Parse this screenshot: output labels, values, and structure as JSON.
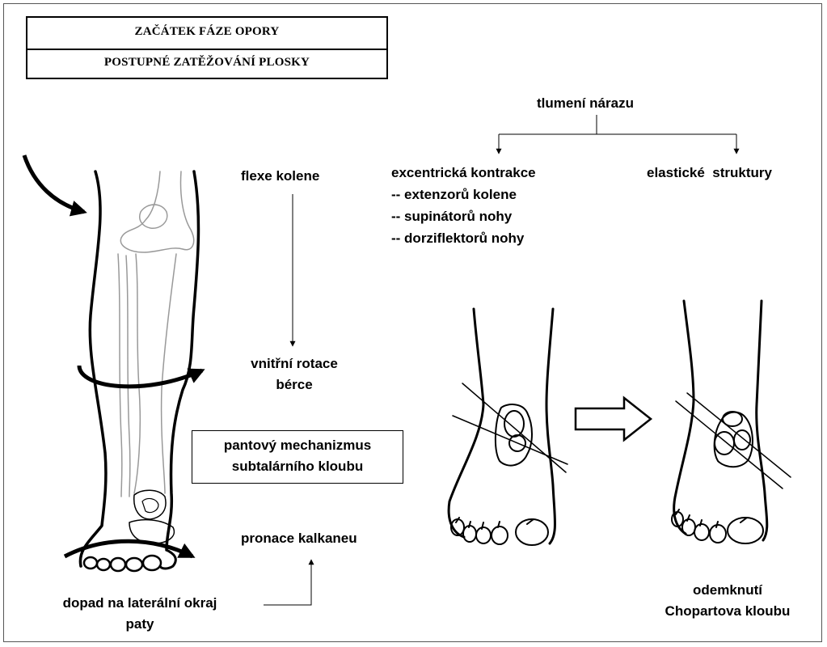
{
  "title": {
    "line1": "ZAČÁTEK FÁZE OPORY",
    "line2": "POSTUPNÉ ZATĚŽOVÁNÍ PLOSKY"
  },
  "chain": {
    "flexe": "flexe kolene",
    "rotace_1": "vnitřní rotace",
    "rotace_2": "bérce",
    "mech_1": "pantový mechanizmus",
    "mech_2": "subtalárního kloubu",
    "pronace": "pronace kalkaneu",
    "dopad_1": "dopad na laterální okraj",
    "dopad_2": "paty"
  },
  "shock": {
    "root": "tlumení nárazu",
    "left_head": "excentrická kontrakce",
    "items": [
      "-- extenzorů kolene",
      "-- supinátorů nohy",
      "-- dorziflektorů nohy"
    ],
    "right_head": "elastické  struktury"
  },
  "result": {
    "line1": "odemknutí",
    "line2": "Chopartova kloubu"
  }
}
